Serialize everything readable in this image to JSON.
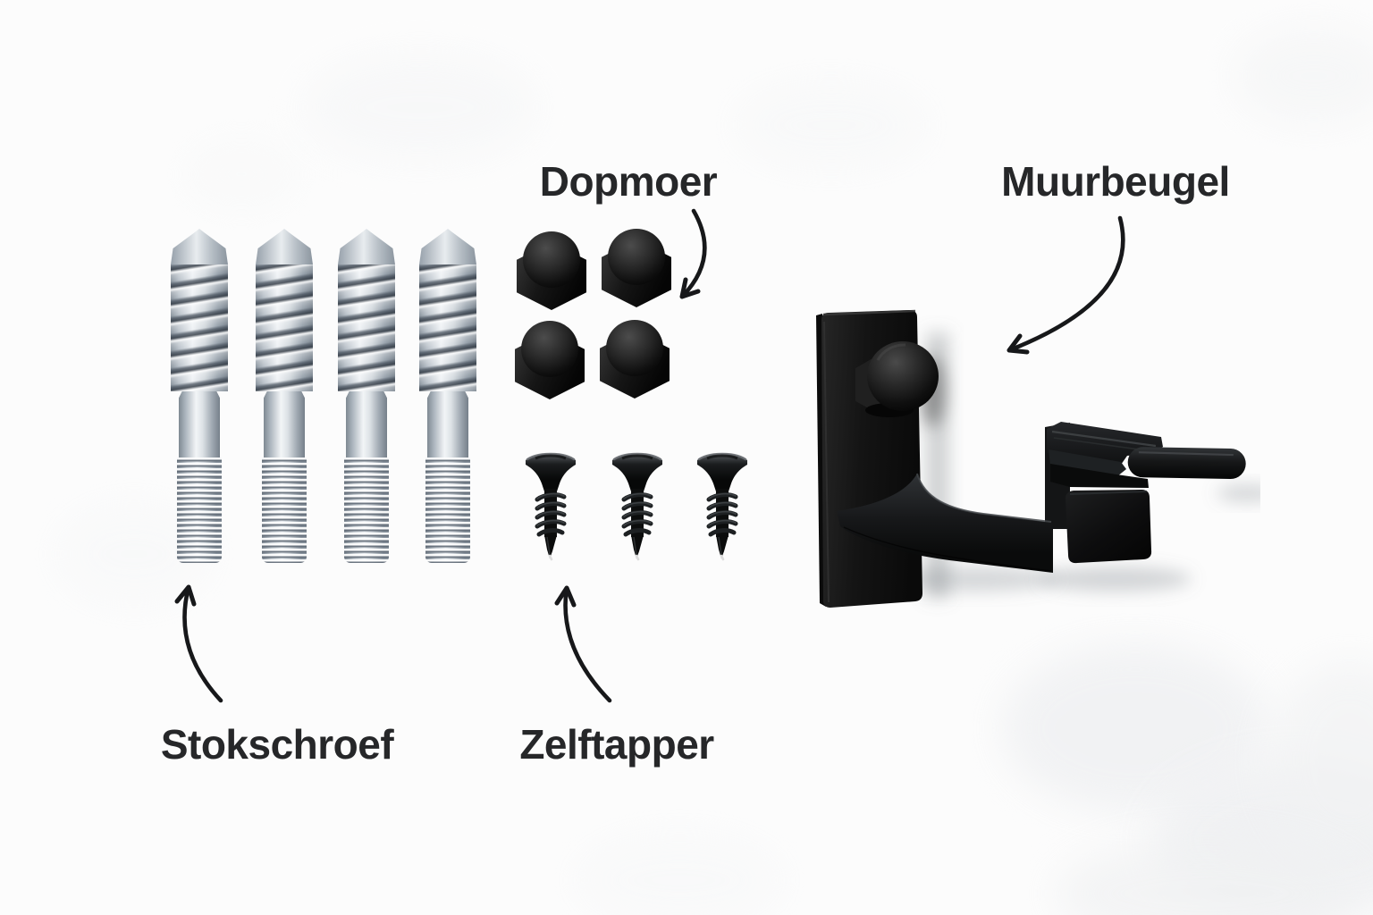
{
  "scene": {
    "background_color": "#fcfcfc",
    "label_color": "#262729",
    "arrow_color": "#17181a",
    "metal_light": "#eff2f5",
    "metal_dark": "#8d97a1",
    "black_part": "#131313"
  },
  "labels": {
    "dopmoer": "Dopmoer",
    "muurbeugel": "Muurbeugel",
    "stokschroef": "Stokschroef",
    "zelftapper": "Zelftapper"
  },
  "parts": [
    {
      "id": "stokschroef",
      "label": "Stokschroef",
      "count": 4,
      "finish": "galvanized-silver",
      "type": "hanger-bolt"
    },
    {
      "id": "dopmoer",
      "label": "Dopmoer",
      "count": 4,
      "finish": "matte-black",
      "type": "cap-nut"
    },
    {
      "id": "zelftapper",
      "label": "Zelftapper",
      "count": 3,
      "finish": "black",
      "type": "self-tapping-screw"
    },
    {
      "id": "muurbeugel",
      "label": "Muurbeugel",
      "count": 1,
      "finish": "matte-black",
      "type": "wall-bracket"
    }
  ]
}
